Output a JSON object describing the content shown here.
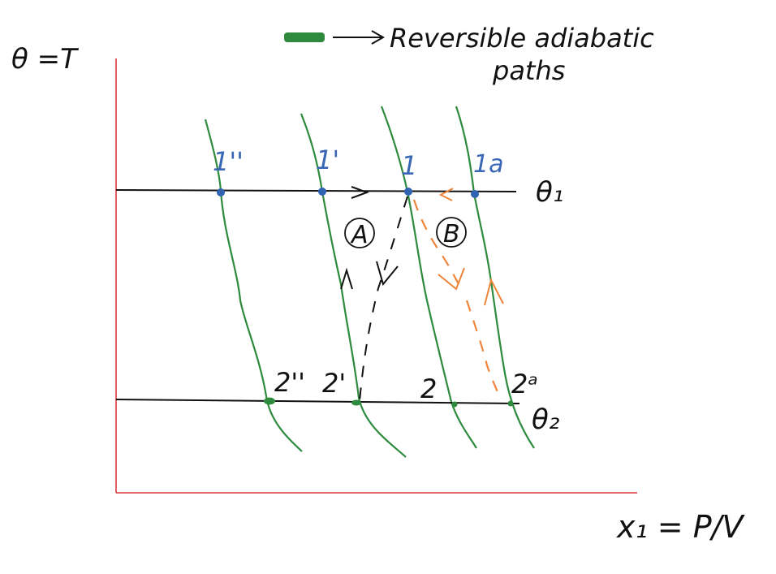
{
  "legend": {
    "arrow_text": "Reversible adiabatic",
    "arrow_text_line2": "paths"
  },
  "axes": {
    "y_label": "θ =T",
    "x_label": "x₁ = P/V"
  },
  "isotherms": {
    "upper_label": "θ₁",
    "lower_label": "θ₂"
  },
  "points_upper": [
    "1''",
    "1'",
    "1",
    "1a"
  ],
  "points_lower": [
    "2''",
    "2'",
    "2",
    "2ᵃ"
  ],
  "cycles": {
    "A": "A",
    "B": "B"
  },
  "colors": {
    "axis": "#d9363e",
    "adiabat": "#2e8b3e",
    "isotherm": "#111111",
    "point_upper": "#2f63b3",
    "point_lower": "#2e8b3e",
    "label_blue": "#3a67b5",
    "cycle_b_path": "#f0843a"
  }
}
